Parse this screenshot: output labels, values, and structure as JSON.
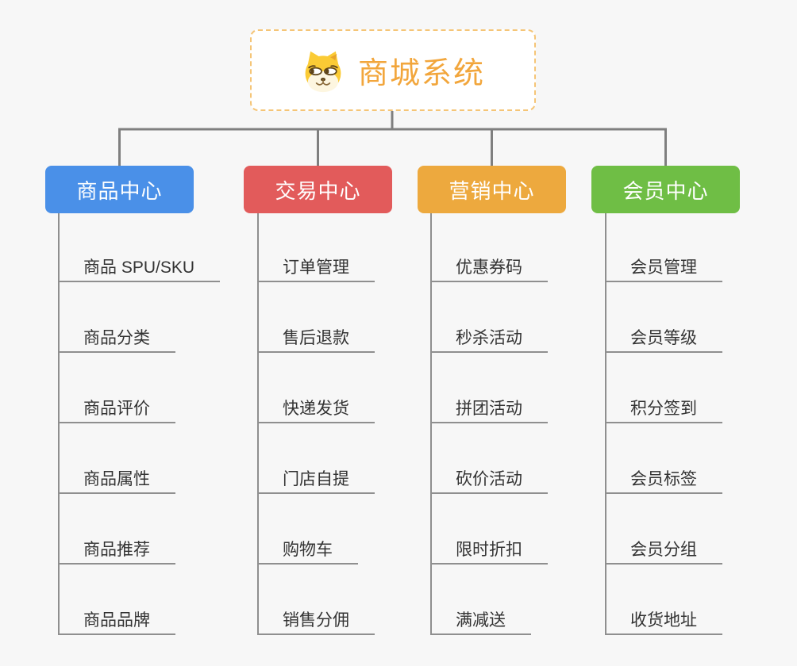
{
  "canvas": {
    "background": "#f7f7f7",
    "connector_color": "#7f7f7f",
    "leaf_line_color": "#8f8f8f",
    "leaf_text_color": "#333333"
  },
  "root": {
    "title": "商城系统",
    "icon": "dog-face-icon",
    "title_color": "#F2A63C",
    "border_color": "#F5C577",
    "background": "#ffffff"
  },
  "branches": [
    {
      "label": "商品中心",
      "color": "#4A90E8",
      "text_color": "#ffffff",
      "children": [
        "商品 SPU/SKU",
        "商品分类",
        "商品评价",
        "商品属性",
        "商品推荐",
        "商品品牌"
      ]
    },
    {
      "label": "交易中心",
      "color": "#E25B5B",
      "text_color": "#ffffff",
      "children": [
        "订单管理",
        "售后退款",
        "快递发货",
        "门店自提",
        "购物车",
        "销售分佣"
      ]
    },
    {
      "label": "营销中心",
      "color": "#EDA93E",
      "text_color": "#ffffff",
      "children": [
        "优惠券码",
        "秒杀活动",
        "拼团活动",
        "砍价活动",
        "限时折扣",
        "满减送"
      ]
    },
    {
      "label": "会员中心",
      "color": "#6FBE45",
      "text_color": "#ffffff",
      "children": [
        "会员管理",
        "会员等级",
        "积分签到",
        "会员标签",
        "会员分组",
        "收货地址"
      ]
    }
  ]
}
